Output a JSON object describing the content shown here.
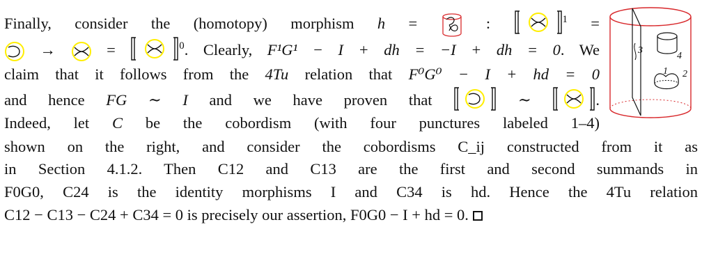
{
  "para": {
    "l1_a": "Finally, consider the (homotopy) morphism ",
    "l1_h": "h",
    "l1_eq": " = ",
    "l1_colon": " : ",
    "l1_sup": "1",
    "l1_eq2": " =",
    "l2_arrow": " → ",
    "l2_eq": " = ",
    "l2_sup": "0",
    "l2_b": ". Clearly, ",
    "l2_math": "F¹G¹ − I + dh = −I + dh = 0",
    "l2_c": ". We",
    "l3_a": "claim that it follows from the ",
    "l3_tu": "4Tu",
    "l3_b": " relation that ",
    "l3_math": "F⁰G⁰ − I + hd = 0",
    "l4_a": "and hence ",
    "l4_math": "FG ∼ I",
    "l4_b": " and we have proven that ",
    "l4_sim": " ∼ ",
    "l4_end": ".",
    "l5_a": "Indeed, let ",
    "l5_c": "C",
    "l5_b": " be the cobordism (with four punctures labeled 1–4)",
    "l6": "shown on the right, and consider the cobordisms C_ij constructed from it as",
    "l7": "in Section 4.1.2. Then C12 and C13 are the first and second summands in",
    "l8": "F0G0, C24 is the identity morphisms I and C34 is hd. Hence the 4Tu relation",
    "l9": "C12 − C13 − C24 + C34 = 0 is precisely our assertion, F0G0 − I + hd = 0."
  },
  "figure": {
    "labels": [
      "1",
      "2",
      "3",
      "4"
    ]
  },
  "colors": {
    "outline": "#d8282b",
    "highlight": "#ffee00",
    "ink": "#111111"
  }
}
